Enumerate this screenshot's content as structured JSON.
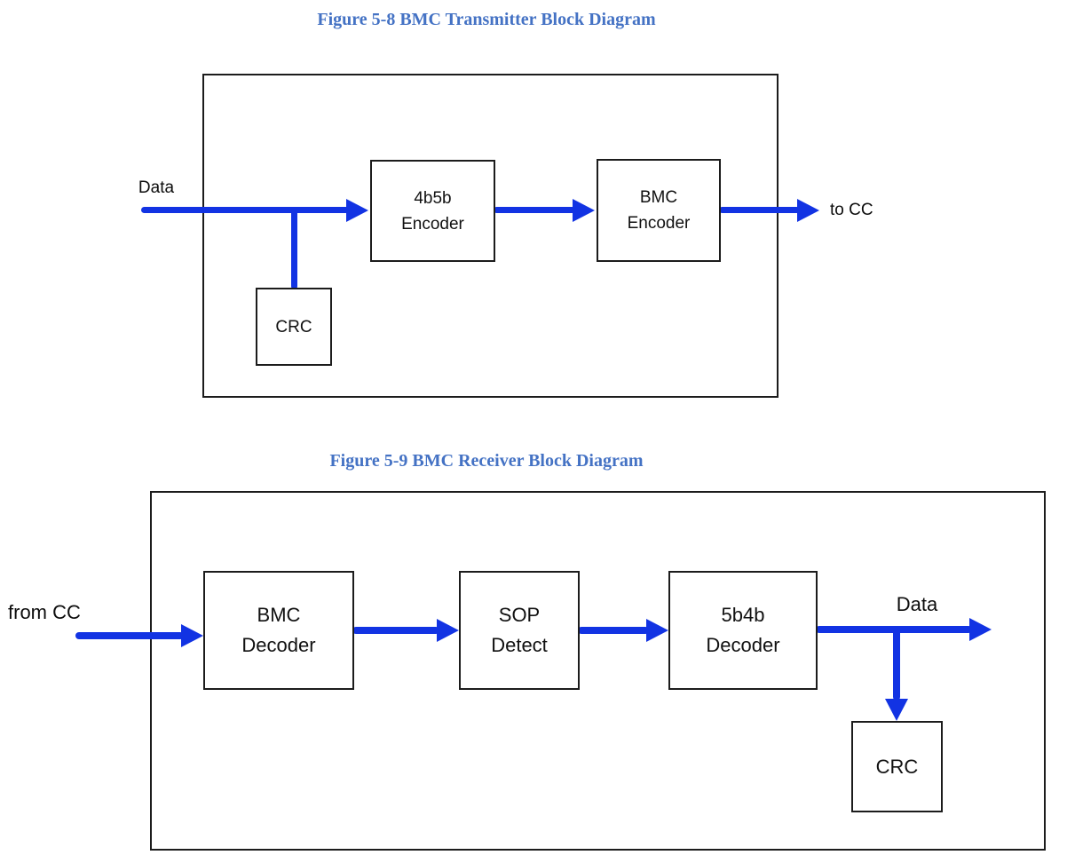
{
  "colors": {
    "arrow": "#1233e3",
    "figure_title": "#4472c4",
    "box_border": "#1c1c1c"
  },
  "figure_transmitter": {
    "title": "Figure 5-8 BMC Transmitter Block Diagram",
    "labels": {
      "input": "Data",
      "output": "to CC"
    },
    "blocks": {
      "encoder_4b5b": {
        "line1": "4b5b",
        "line2": "Encoder"
      },
      "encoder_bmc": {
        "line1": "BMC",
        "line2": "Encoder"
      },
      "crc": {
        "label": "CRC"
      }
    }
  },
  "figure_receiver": {
    "title": "Figure 5-9 BMC Receiver Block Diagram",
    "labels": {
      "input": "from CC",
      "output": "Data"
    },
    "blocks": {
      "decoder_bmc": {
        "line1": "BMC",
        "line2": "Decoder"
      },
      "sop_detect": {
        "line1": "SOP",
        "line2": "Detect"
      },
      "decoder_5b4b": {
        "line1": "5b4b",
        "line2": "Decoder"
      },
      "crc": {
        "label": "CRC"
      }
    }
  }
}
